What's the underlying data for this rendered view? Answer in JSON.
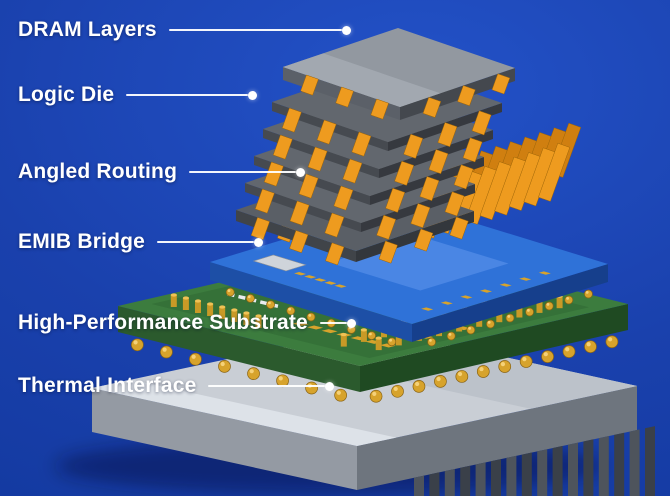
{
  "diagram": {
    "labels": [
      {
        "id": "dram-layers",
        "text": "DRAM Layers"
      },
      {
        "id": "logic-die",
        "text": "Logic Die"
      },
      {
        "id": "angled-routing",
        "text": "Angled Routing"
      },
      {
        "id": "emib-bridge",
        "text": "EMIB Bridge"
      },
      {
        "id": "high-performance-substrate",
        "text": "High-Performance Substrate"
      },
      {
        "id": "thermal-interface",
        "text": "Thermal Interface"
      }
    ],
    "colors": {
      "background": "#1a41ad",
      "label_text": "#ffffff",
      "leader": "#ffffff",
      "lid_gray": "#9298a0",
      "dram_gray": "#62676e",
      "routing_orange": "#ee9b1f",
      "routing_orange_dark": "#d07f10",
      "bridge_blue": "#2f72d8",
      "bridge_blue_side": "#1d4fa6",
      "substrate_green": "#3c7c3e",
      "substrate_green_side": "#2b5a2d",
      "gold": "#d7a32c",
      "thermal_silver": "#c9ced5",
      "thermal_silver_side": "#949aa3"
    }
  }
}
